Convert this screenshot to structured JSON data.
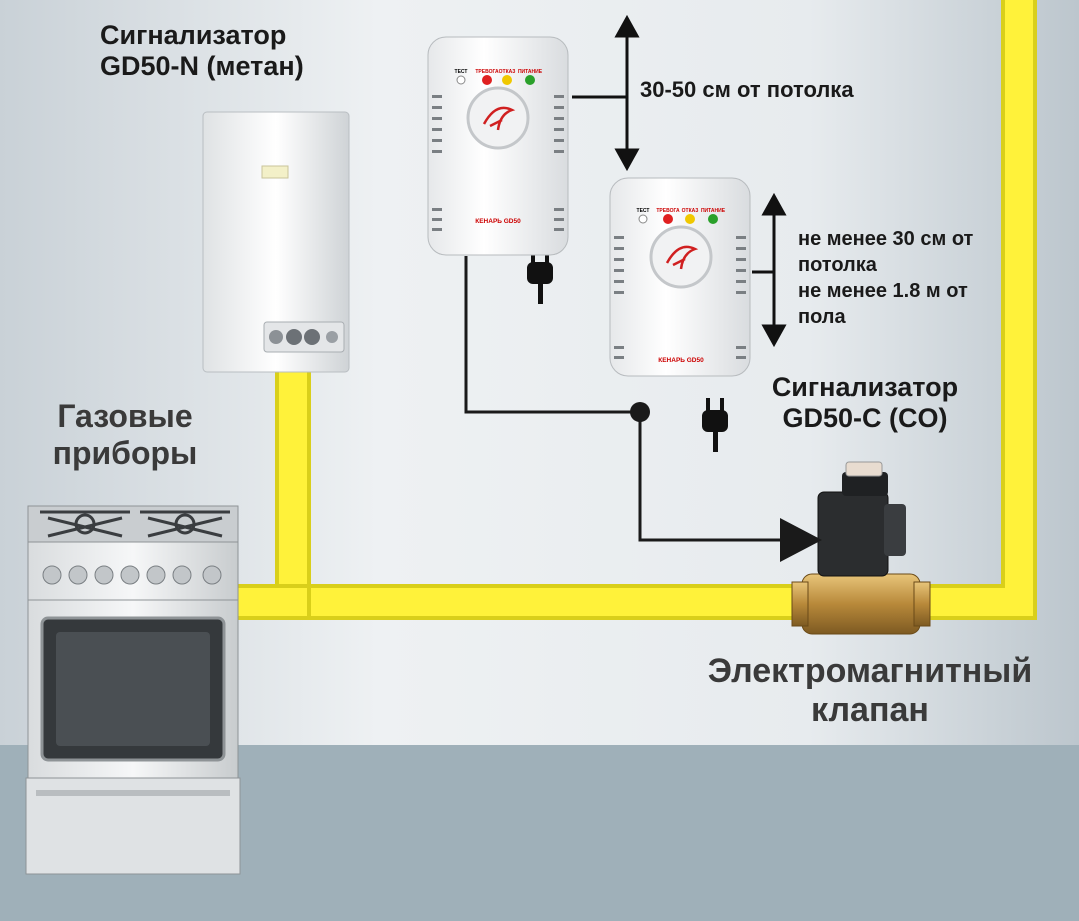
{
  "labels": {
    "detector_methane": "Сигнализатор\nGD50-N (метан)",
    "detector_co": "Сигнализатор\nGD50-C (CO)",
    "gas_appliances": "Газовые\nприборы",
    "solenoid_valve": "Электромагнитный\nклапан",
    "ceiling_distance": "30-50 см от потолка",
    "requirement_lines": [
      "не менее 30 см от",
      "потолка",
      "не менее 1.8 м от",
      "пола"
    ]
  },
  "device": {
    "brand": "КЕНАРЬ GD50",
    "indicators": [
      "ТЕСТ",
      "ТРЕВОГА",
      "ОТКАЗ",
      "ПИТАНИЕ"
    ]
  },
  "colors": {
    "pipe": "#fff23a",
    "wall": "#e4e8ec",
    "floor": "#9fb0b9",
    "cable": "#1a1a1a",
    "led_alarm": "#e02020",
    "led_fault": "#f0c800",
    "led_power": "#2aa02a",
    "valve_brass": "#c49a4a"
  },
  "icons": [
    "plug-icon",
    "logo-bird-icon",
    "arrow-icon"
  ]
}
